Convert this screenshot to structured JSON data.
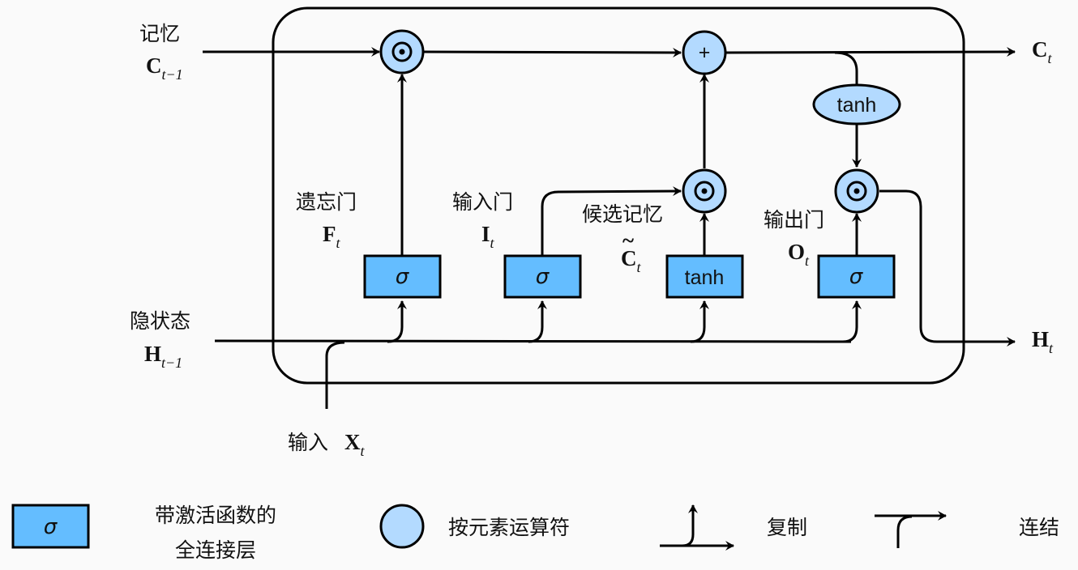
{
  "title": "LSTM cell diagram",
  "colors": {
    "layer_fill": "#64bdff",
    "op_fill": "#b3daff",
    "line": "#000000",
    "background": "#fafafa"
  },
  "inputs": {
    "memory": {
      "label": "记忆",
      "symbol": "C",
      "sub": "t−1"
    },
    "hidden": {
      "label": "隐状态",
      "symbol": "H",
      "sub": "t−1"
    },
    "input": {
      "label": "输入",
      "symbol": "X",
      "sub": "t"
    }
  },
  "outputs": {
    "memory": {
      "symbol": "C",
      "sub": "t"
    },
    "hidden": {
      "symbol": "H",
      "sub": "t"
    }
  },
  "gates": {
    "forget": {
      "label": "遗忘门",
      "symbol": "F",
      "sub": "t",
      "activation": "σ"
    },
    "input": {
      "label": "输入门",
      "symbol": "I",
      "sub": "t",
      "activation": "σ"
    },
    "candidate": {
      "label": "候选记忆",
      "symbol": "C",
      "accent": "~",
      "sub": "t",
      "activation": "tanh"
    },
    "output": {
      "label": "输出门",
      "symbol": "O",
      "sub": "t",
      "activation": "σ"
    }
  },
  "operators": {
    "mul": "⊙",
    "add": "+",
    "tanh": "tanh"
  },
  "legend": {
    "layer": {
      "symbol": "σ",
      "line1": "带激活函数的",
      "line2": "全连接层"
    },
    "operator": {
      "label": "按元素运算符"
    },
    "copy": {
      "label": "复制"
    },
    "concat": {
      "label": "连结"
    }
  }
}
